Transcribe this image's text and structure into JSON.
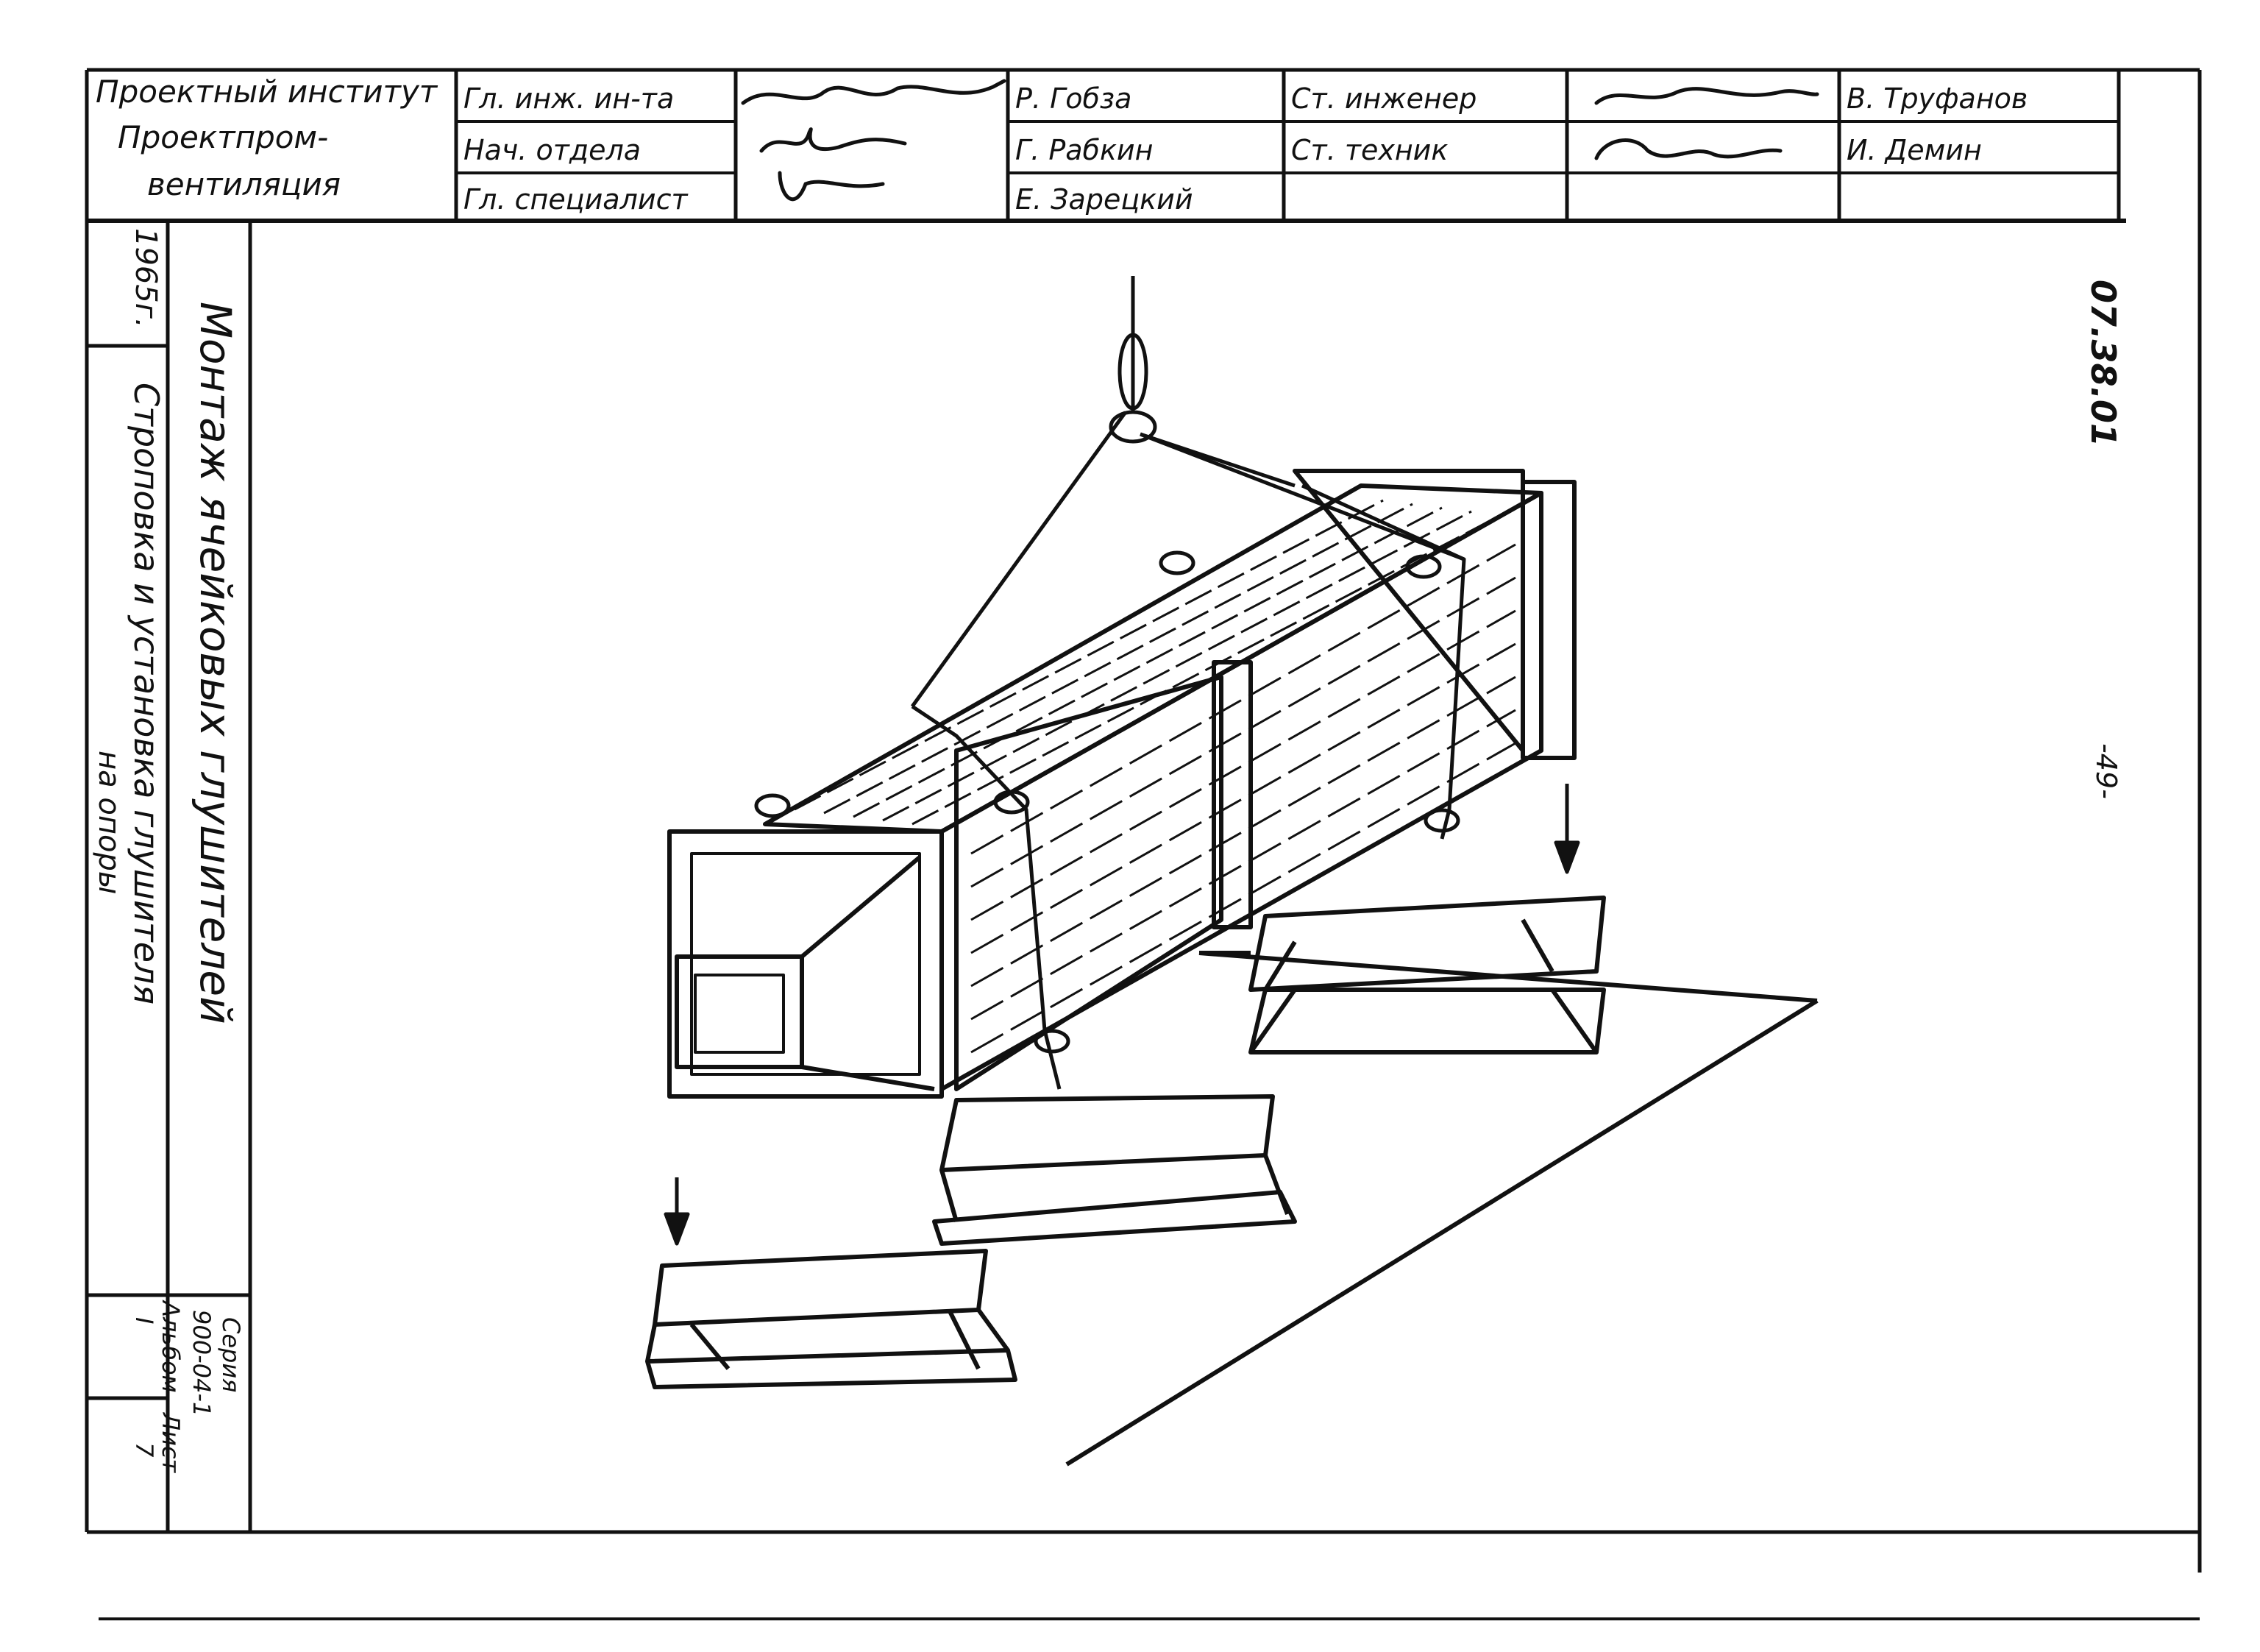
{
  "stamp": {
    "organization": [
      "Проектный институт",
      "Проектпром-",
      "вентиляция"
    ],
    "roles_left": [
      "Гл. инж. ин-та",
      "Нач. отдела",
      "Гл. специалист"
    ],
    "names_left": [
      "Р. Гобза",
      "Г. Рабкин",
      "Е. Зарецкий"
    ],
    "roles_right": [
      "Ст. инженер",
      "Ст. техник"
    ],
    "names_right": [
      "В. Труфанов",
      "И. Демин"
    ]
  },
  "side": {
    "year": "1965г.",
    "title": "Монтаж ячейковых глушителей",
    "subtitle_1": "Строповка и установка глушителя",
    "subtitle_2": "на опоры",
    "series_label": "Серия",
    "series_value": "900-04-1",
    "album_label": "Альбом",
    "album_value": "I",
    "sheet_label": "Лист",
    "sheet_value": "7"
  },
  "doc_code": "07.38.01",
  "page_number": "-49-"
}
